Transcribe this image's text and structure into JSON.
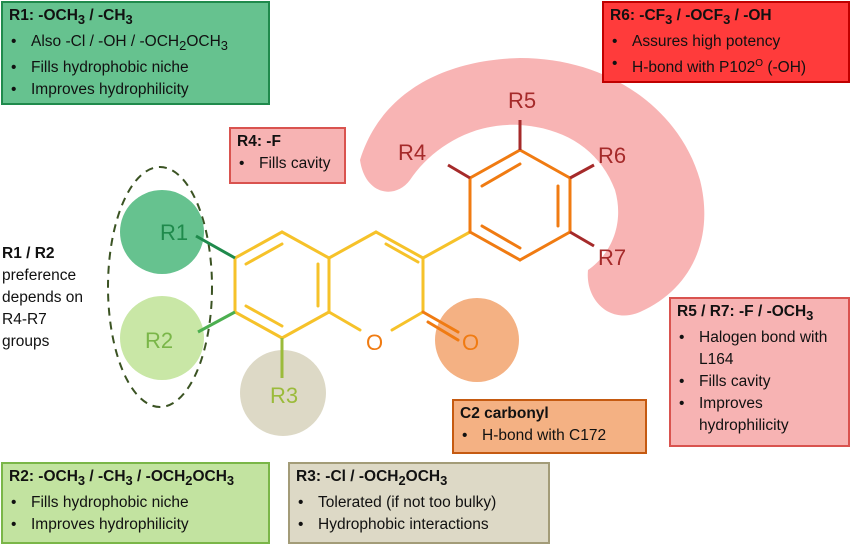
{
  "molecule": {
    "labels": {
      "r1": "R1",
      "r2": "R2",
      "r3": "R3",
      "r4": "R4",
      "r5": "R5",
      "r6": "R6",
      "r7": "R7",
      "ring_oxygen": "O",
      "carbonyl_oxygen": "O"
    }
  },
  "boxes": {
    "r1": {
      "title_main": "R1: -OCH",
      "title_sub": "3",
      "title_rest": " / -CH",
      "title_sub2": "3",
      "items": [
        "Also -Cl / -OH / -OCH",
        "Fills hydrophobic niche",
        "Improves hydrophilicity"
      ],
      "item0_sub1": "2",
      "item0_mid": "OCH",
      "item0_sub2": "3"
    },
    "r6": {
      "title_main": "R6: -CF",
      "title_sub": "3",
      "title_mid": " / -OCF",
      "title_sub2": "3",
      "title_rest": " / -OH",
      "items": [
        "Assures high potency",
        "H-bond with P102",
        "(-OH)"
      ],
      "item1_sup": "O"
    },
    "r4": {
      "title": "R4: -F",
      "items": [
        "Fills cavity"
      ]
    },
    "r1r2": {
      "title": "R1 / R2",
      "lines": [
        "preference",
        "depends on",
        "R4-R7",
        "groups"
      ]
    },
    "r5r7": {
      "title": "R5 / R7: -F / -OCH",
      "title_sub": "3",
      "items": [
        "Halogen bond with L164",
        "Fills cavity",
        "Improves hydrophilicity"
      ]
    },
    "c2": {
      "title": "C2 carbonyl",
      "items": [
        "H-bond with C172"
      ]
    },
    "r2": {
      "title_main": "R2: -OCH",
      "title_sub": "3",
      "title_mid": " / -CH",
      "title_sub2": "3",
      "title_mid2": " / -OCH",
      "title_sub3": "2",
      "title_mid3": "OCH",
      "title_sub4": "3",
      "items": [
        "Fills hydrophobic niche",
        "Improves hydrophilicity"
      ]
    },
    "r3": {
      "title_main": "R3: -Cl / -OCH",
      "title_sub": "2",
      "title_rest": "OCH",
      "title_sub2": "3",
      "items": [
        "Tolerated (if not too bulky)",
        "Hydrophobic interactions"
      ]
    }
  },
  "colors": {
    "green_dark_fill": "#66c28f",
    "green_dark_border": "#1f8a4c",
    "green_light_fill": "#c2e3a0",
    "green_light_border": "#7ab648",
    "beige_fill": "#ddd9c6",
    "beige_border": "#a39c78",
    "red_fill": "#ff3b3b",
    "red_border": "#c00000",
    "pink_fill": "#f7b3b3",
    "pink_border": "#d9534f",
    "orange_fill": "#f4b183",
    "orange_border": "#c55a11",
    "yellow_bond": "#f6c22a",
    "orange_bond": "#f07b12"
  }
}
